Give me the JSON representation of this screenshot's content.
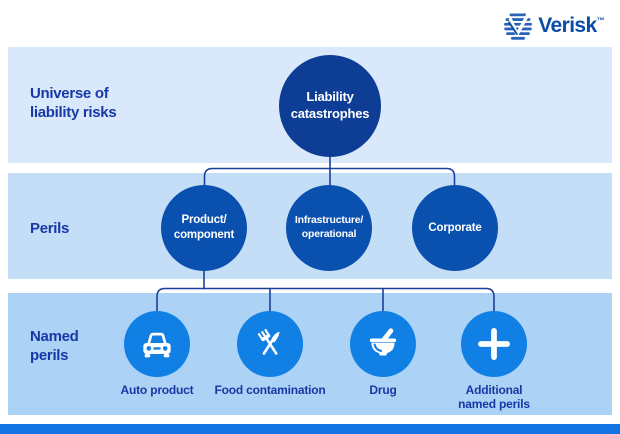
{
  "brand": {
    "name": "Verisk",
    "mark": "™",
    "logo_color": "#0b4da6",
    "logo_icon": "verisk-striped-globe-check-icon"
  },
  "colors": {
    "band_universe": "#d9e8fb",
    "band_perils": "#c5def8",
    "band_named_perils": "#acd2f5",
    "root_circle": "#0e3d96",
    "peril_circle": "#0a50ae",
    "named_peril_circle": "#1180e4",
    "label_text": "#1839a5",
    "circle_text": "#ffffff",
    "connector_line": "#1b3e9c",
    "bottom_bar": "#1473e2"
  },
  "diagram": {
    "rows": [
      {
        "id": "universe",
        "label": "Universe of liability risks"
      },
      {
        "id": "perils",
        "label": "Perils"
      },
      {
        "id": "named-perils",
        "label": "Named perils"
      }
    ],
    "root": {
      "label": "Liability catastrophes"
    },
    "perils": [
      {
        "label": "Product/ component"
      },
      {
        "label": "Infrastructure/ operational"
      },
      {
        "label": "Corporate"
      }
    ],
    "named_perils": [
      {
        "label": "Auto product",
        "icon": "car-icon"
      },
      {
        "label": "Food contamination",
        "icon": "fork-knife-icon"
      },
      {
        "label": "Drug",
        "icon": "mortar-pestle-icon"
      },
      {
        "label": "Additional named perils",
        "icon": "plus-icon"
      }
    ]
  }
}
